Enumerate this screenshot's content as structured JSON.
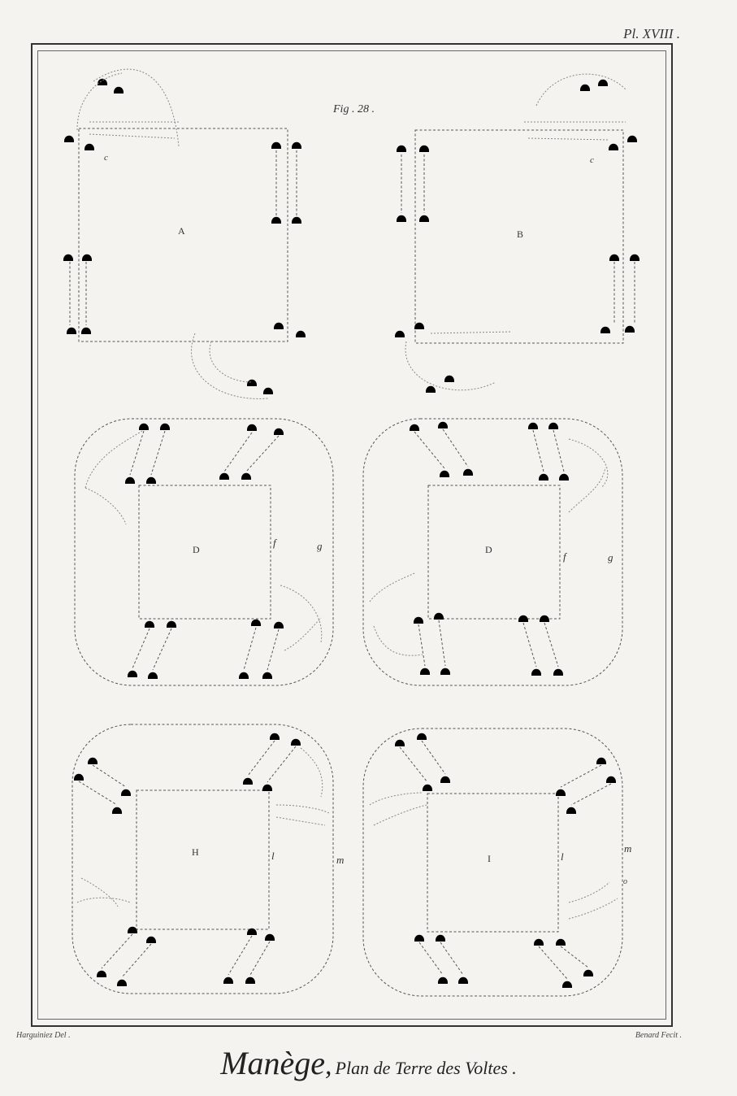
{
  "plate_number": "Pl. XVIII .",
  "figure_label": "Fig . 28 .",
  "credits": {
    "left": "Harguiniez Del .",
    "right": "Benard Fecit ."
  },
  "title": {
    "main": "Manège",
    "separator": ",",
    "subtitle": "Plan de Terre des Voltes ."
  },
  "panels": [
    {
      "id": "A",
      "letter": "A",
      "shape": "square",
      "marks": [
        "c"
      ]
    },
    {
      "id": "B",
      "letter": "B",
      "shape": "square",
      "marks": [
        "c"
      ]
    },
    {
      "id": "D-left",
      "letter": "D",
      "shape": "rounded",
      "marks": [
        "f",
        "g"
      ]
    },
    {
      "id": "D-right",
      "letter": "D",
      "shape": "rounded",
      "marks": [
        "f",
        "g"
      ]
    },
    {
      "id": "H",
      "letter": "H",
      "shape": "rounded",
      "marks": [
        "l",
        "m"
      ]
    },
    {
      "id": "I",
      "letter": "I",
      "shape": "rounded",
      "marks": [
        "l",
        "m",
        "o"
      ]
    }
  ],
  "colors": {
    "ink": "#333333",
    "paper": "#f4f3ef"
  }
}
